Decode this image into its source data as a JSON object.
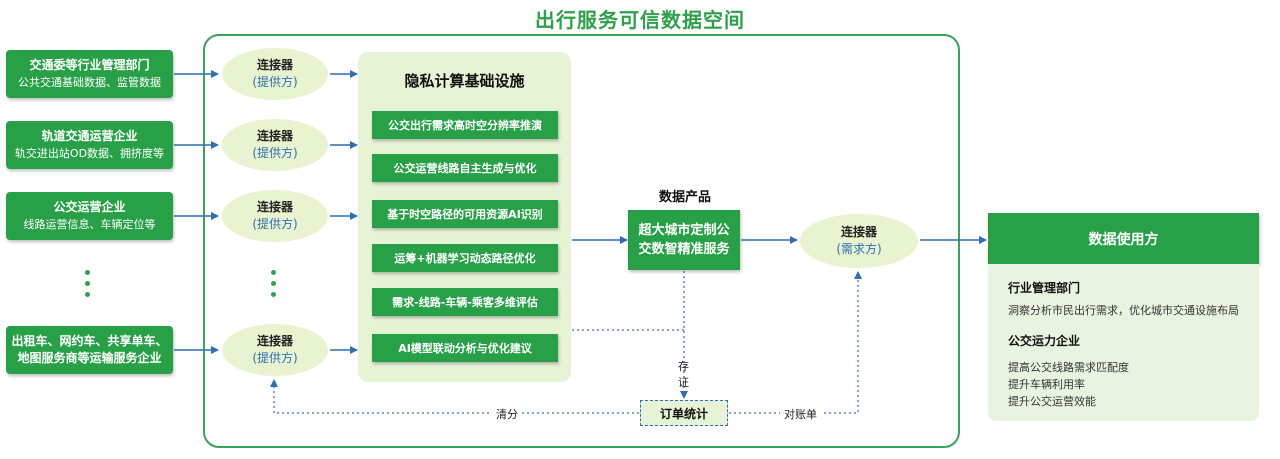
{
  "title": "出行服务可信数据空间",
  "sources": [
    {
      "name": "交通委等行业管理部门",
      "desc": "公共交通基础数据、监管数据"
    },
    {
      "name": "轨道交通运营企业",
      "desc": "轨交进出站OD数据、拥挤度等"
    },
    {
      "name": "公交运营企业",
      "desc": "线路运营信息、车辆定位等"
    },
    {
      "name": "出租车、网约车、共享单车、",
      "desc": "地图服务商等运输服务企业"
    }
  ],
  "connector": {
    "name": "连接器",
    "provider_role": "(提供方)",
    "demander_role": "(需求方)"
  },
  "infrastructure": {
    "title": "隐私计算基础设施",
    "items": [
      "公交出行需求高时空分辨率推演",
      "公交运营线路自主生成与优化",
      "基于时空路径的可用资源AI识别",
      "运筹+机器学习动态路径优化",
      "需求-线路-车辆-乘客多维评估",
      "AI模型联动分析与优化建议"
    ]
  },
  "product": {
    "label": "数据产品",
    "line1": "超大城市定制公",
    "line2": "交数智精准服务"
  },
  "flow": {
    "order": "订单统计",
    "evidence1": "存",
    "evidence2": "证",
    "settle": "清分",
    "reconcile": "对账单"
  },
  "users": {
    "title": "数据使用方",
    "groups": [
      {
        "name": "行业管理部门",
        "lines": [
          "洞察分析市民出行需求，优化城市交通设施布局"
        ]
      },
      {
        "name": "公交运力企业",
        "lines": [
          "提高公交线路需求匹配度",
          "提升车辆利用率",
          "提升公交运营效能"
        ]
      }
    ]
  },
  "colors": {
    "green": "#27a047",
    "light_green": "#e6f3d4",
    "connector_fill": "#e8f3cf",
    "blue": "#2f6fb2",
    "dots": "#2fa14a"
  }
}
